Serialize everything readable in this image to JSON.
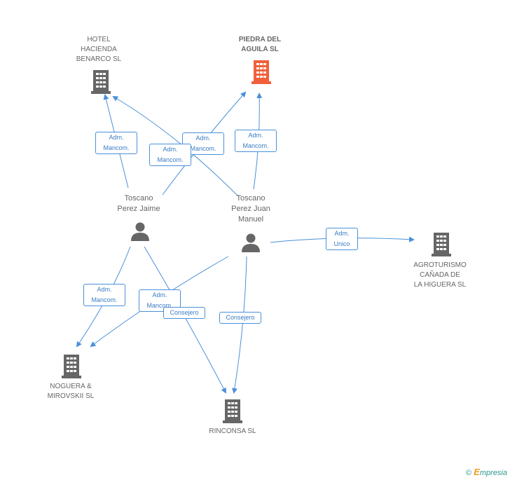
{
  "companies": {
    "hotel": {
      "label": "HOTEL\nHACIENDA\nBENARCO SL",
      "icon": "building-icon",
      "color": "#666666"
    },
    "piedra": {
      "label": "PIEDRA DEL\nAGUILA SL",
      "icon": "building-icon",
      "color": "#f0603a"
    },
    "agroturismo": {
      "label": "AGROTURISMO\nCAÑADA DE\nLA HIGUERA SL",
      "icon": "building-icon",
      "color": "#666666"
    },
    "noguera": {
      "label": "NOGUERA &\nMIROVSKII SL",
      "icon": "building-icon",
      "color": "#666666"
    },
    "rinconsa": {
      "label": "RINCONSA SL",
      "icon": "building-icon",
      "color": "#666666"
    }
  },
  "people": {
    "jaime": {
      "label": "Toscano\nPerez Jaime",
      "icon": "person-icon"
    },
    "juan": {
      "label": "Toscano\nPerez Juan\nManuel",
      "icon": "person-icon"
    }
  },
  "relations": {
    "r1": "Adm.\nMancom.",
    "r2": "Adm.\nMancom.",
    "r3": "Adm.\nMancom.",
    "r4": "Adm.\nMancom.",
    "r5": "Adm.\nUnico",
    "r6": "Adm.\nMancom.",
    "r7": "Adm.\nMancom.",
    "r8": "Consejero",
    "r9": "Consejero"
  },
  "footer": {
    "copyright": "©",
    "brand_e": "E",
    "brand_rest": "mpresia"
  },
  "colors": {
    "edge": "#4a90d9",
    "accent": "#f0603a",
    "node": "#666666"
  }
}
